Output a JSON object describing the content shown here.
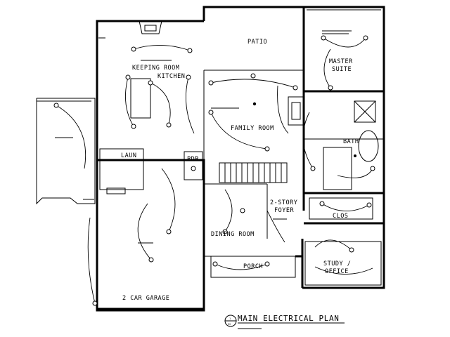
{
  "rooms": {
    "patio": "PATIO",
    "master_suite_1": "MASTER",
    "master_suite_2": "SUITE",
    "keeping_room": "KEEPING ROOM",
    "kitchen": "KITCHEN",
    "family_room": "FAMILY ROOM",
    "bath": "BATH",
    "laun": "LAUN",
    "pdr": "PDR",
    "foyer_1": "2-STORY",
    "foyer_2": "FOYER",
    "clos": "CLOS",
    "dining_room": "DINING ROOM",
    "porch": "PORCH",
    "study_1": "STUDY /",
    "study_2": "OFFICE",
    "garage": "2 CAR GARAGE"
  },
  "title": {
    "text": "MAIN ELECTRICAL PLAN",
    "sheet": "1",
    "page": "E2"
  }
}
